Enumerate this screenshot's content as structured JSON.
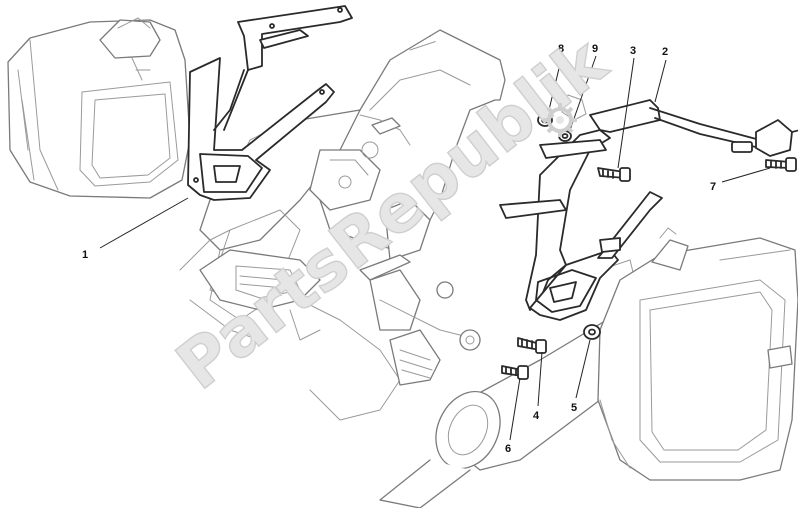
{
  "watermark": {
    "text": "PartsRepublik"
  },
  "callouts": [
    {
      "id": "1",
      "label": "1"
    },
    {
      "id": "2",
      "label": "2"
    },
    {
      "id": "3",
      "label": "3"
    },
    {
      "id": "4",
      "label": "4"
    },
    {
      "id": "5",
      "label": "5"
    },
    {
      "id": "6",
      "label": "6"
    },
    {
      "id": "7",
      "label": "7"
    },
    {
      "id": "8",
      "label": "8"
    },
    {
      "id": "9",
      "label": "9"
    }
  ],
  "colors": {
    "part_stroke": "#2a2a2a",
    "background_stroke": "#7a7a7a",
    "watermark": "#e6e6e6"
  }
}
